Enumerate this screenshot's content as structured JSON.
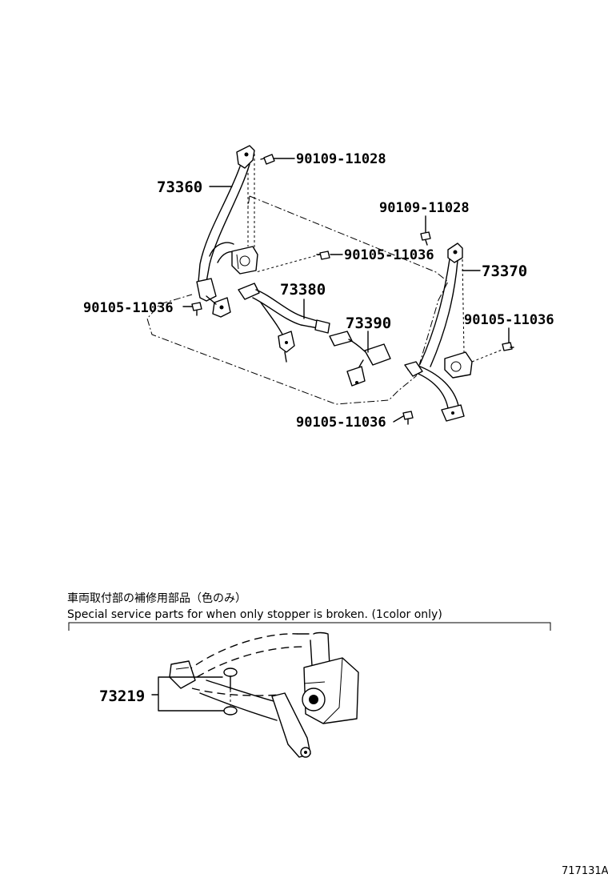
{
  "parts": {
    "belt_left": "73360",
    "belt_right": "73370",
    "buckle_a": "73380",
    "buckle_b": "73390",
    "stopper": "73219"
  },
  "bolts": {
    "top_left": "90109-11028",
    "top_right": "90109-11028",
    "mid": "90105-11036",
    "left": "90105-11036",
    "right": "90105-11036",
    "bottom": "90105-11036"
  },
  "note": {
    "japanese": "車両取付部の補修用部品（色のみ）",
    "english": "Special service parts for when only stopper is broken. (1color only)"
  },
  "figure_id": "717131A"
}
